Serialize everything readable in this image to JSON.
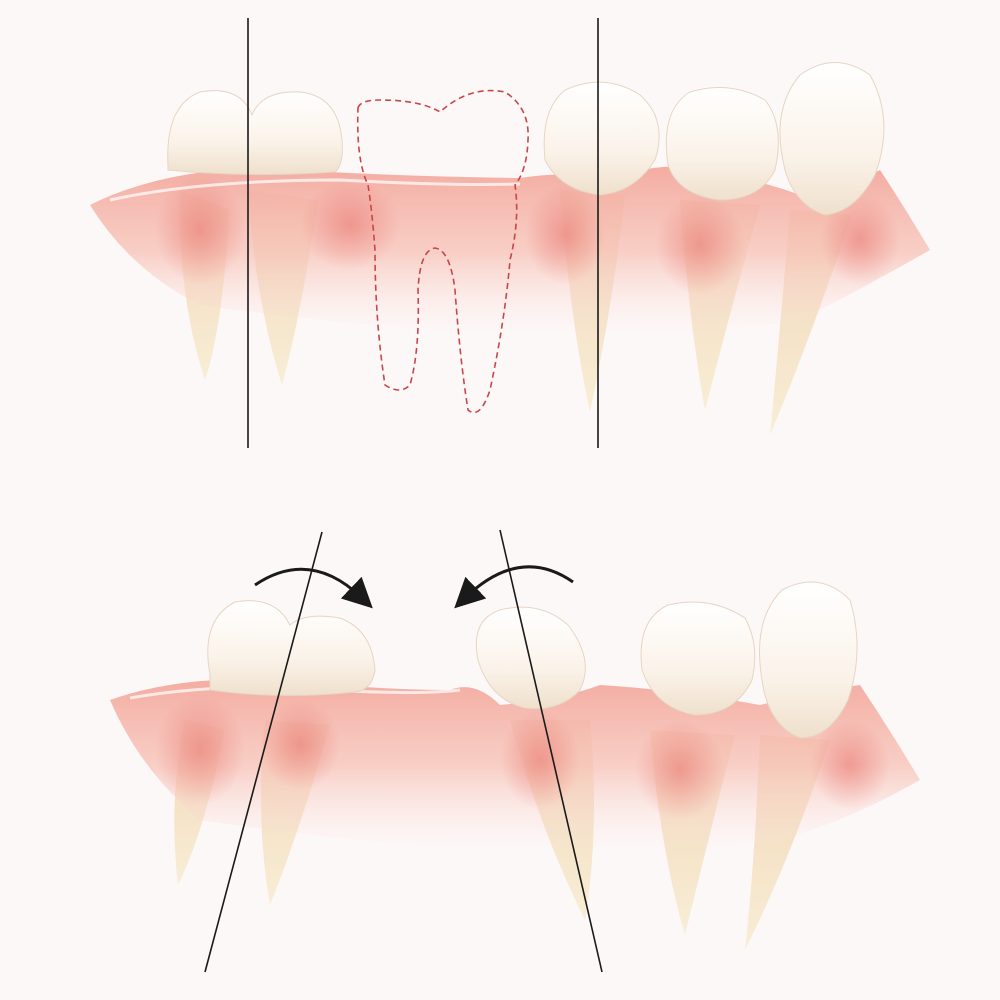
{
  "figure": {
    "panels": [
      {
        "id": "top",
        "state": "before-tilting",
        "missing_tooth_outline": "dashed"
      },
      {
        "id": "bottom",
        "state": "after-tilting",
        "arrows": [
          "clockwise-arrow-icon",
          "counterclockwise-arrow-icon"
        ]
      }
    ],
    "colors": {
      "background": "#fdf8f8",
      "gum": "#f4b3a8",
      "gum_dark": "#e88477",
      "tooth_crown": "#fbf5ee",
      "tooth_root": "#f4e6c4",
      "dashed_outline": "#c8464a",
      "axis_line": "#1a1a1a"
    }
  }
}
